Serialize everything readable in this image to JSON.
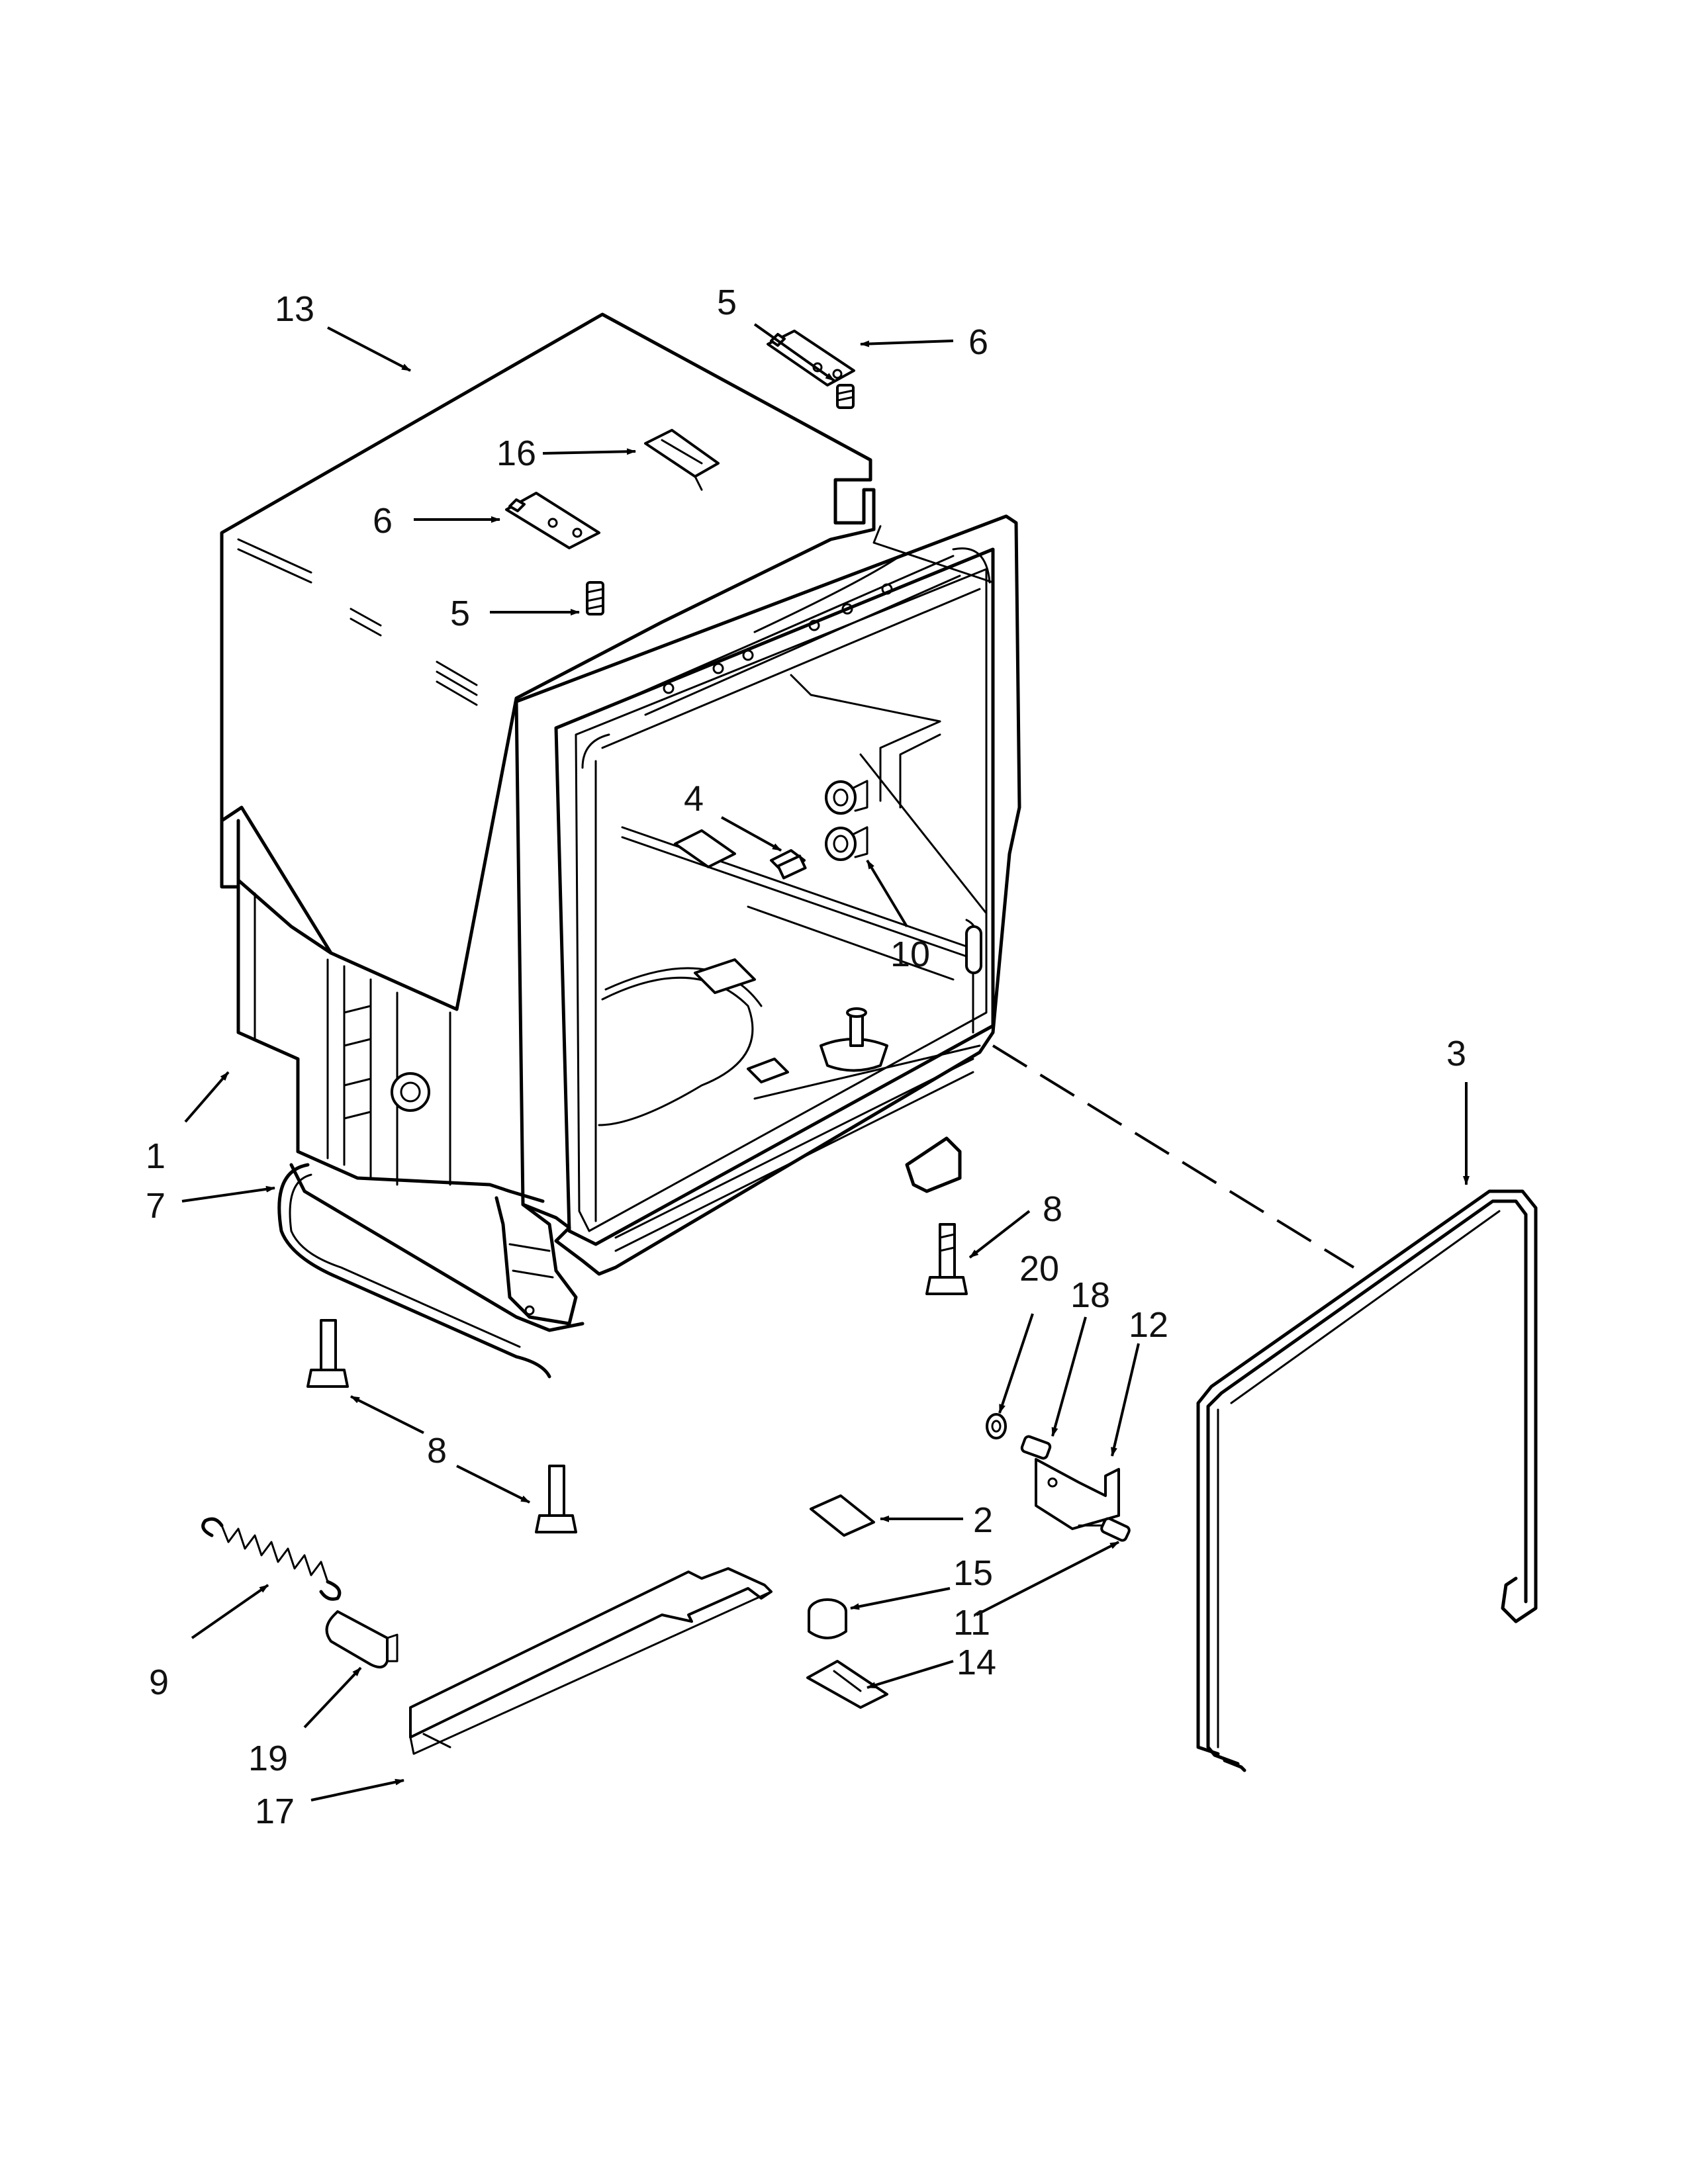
{
  "callouts": {
    "c1": "1",
    "c2": "2",
    "c3": "3",
    "c4": "4",
    "c5a": "5",
    "c5b": "5",
    "c6a": "6",
    "c6b": "6",
    "c7": "7",
    "c8a": "8",
    "c8b": "8",
    "c9": "9",
    "c10": "10",
    "c11": "11",
    "c12": "12",
    "c13": "13",
    "c14": "14",
    "c15": "15",
    "c16": "16",
    "c17": "17",
    "c18": "18",
    "c19": "19",
    "c20": "20"
  }
}
